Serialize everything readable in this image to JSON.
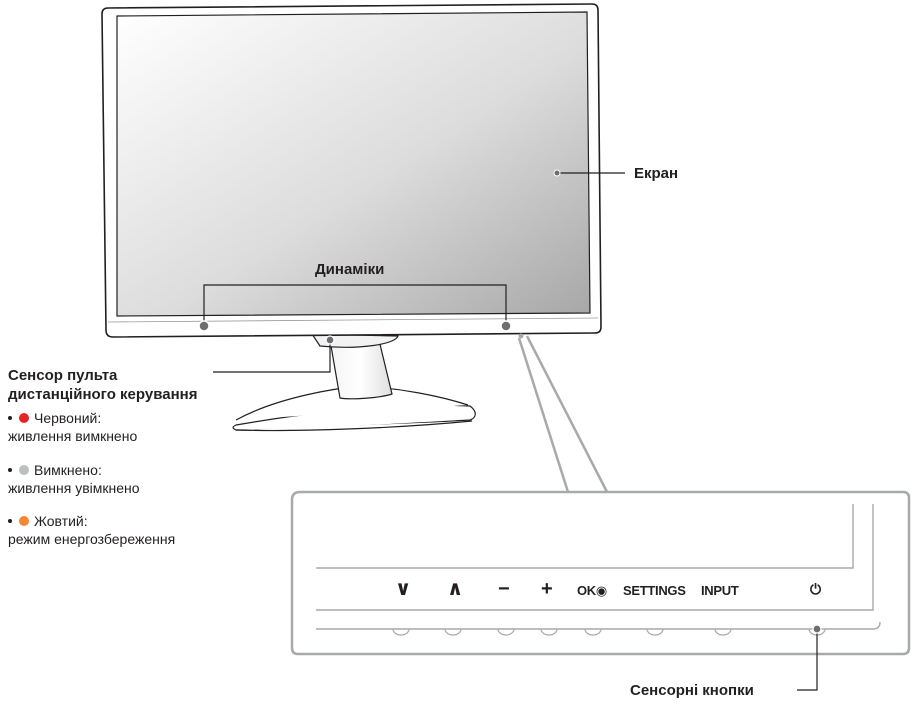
{
  "labels": {
    "screen": "Екран",
    "speakers": "Динаміки",
    "remote_sensor_line1": "Сенсор пульта",
    "remote_sensor_line2": "дистанційного керування",
    "touch_buttons": "Сенсорні кнопки"
  },
  "status_items": [
    {
      "color": "#e32526",
      "title": "Червоний:",
      "desc": "живлення вимкнено"
    },
    {
      "color": "#bcbec0",
      "title": "Вимкнено:",
      "desc": "живлення увімкнено"
    },
    {
      "color": "#f58634",
      "title": "Жовтий:",
      "desc": "режим енергозбереження"
    }
  ],
  "buttons": {
    "down": "∨",
    "up": "∧",
    "minus": "−",
    "plus": "+",
    "ok": "OK◉",
    "settings": "SETTINGS",
    "input": "INPUT",
    "power": "⏻"
  }
}
